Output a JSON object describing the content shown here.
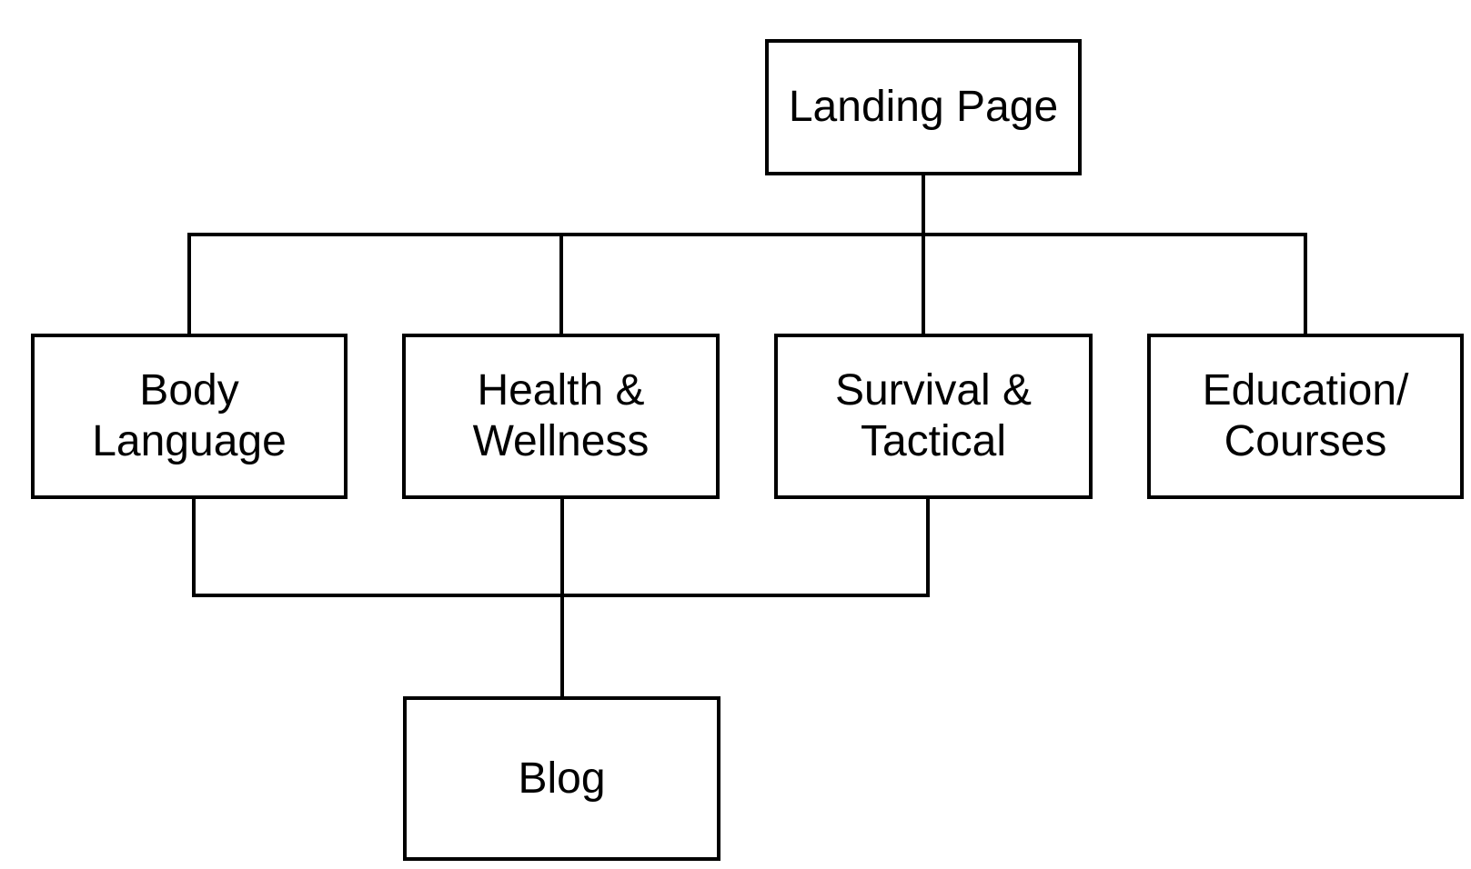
{
  "diagram": {
    "nodes": {
      "landing": "Landing Page",
      "body_language": "Body\nLanguage",
      "health_wellness": "Health &\nWellness",
      "survival_tactical": "Survival &\nTactical",
      "education_courses": "Education/\nCourses",
      "blog": "Blog"
    },
    "edges": [
      [
        "landing",
        "body_language"
      ],
      [
        "landing",
        "health_wellness"
      ],
      [
        "landing",
        "survival_tactical"
      ],
      [
        "landing",
        "education_courses"
      ],
      [
        "body_language",
        "blog"
      ],
      [
        "health_wellness",
        "blog"
      ],
      [
        "survival_tactical",
        "blog"
      ]
    ]
  }
}
